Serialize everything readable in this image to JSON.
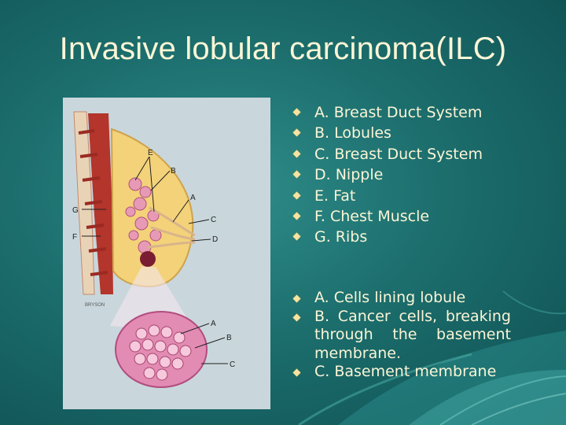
{
  "slide": {
    "title": "Invasive lobular carcinoma(ILC)"
  },
  "illustration": {
    "labels": {
      "E": "E",
      "B": "B",
      "A": "A",
      "G": "G",
      "C": "C",
      "F": "F",
      "D": "D",
      "A2": "A",
      "B2": "B",
      "C2": "C"
    },
    "credit": "BRYSON"
  },
  "anatomy_list": [
    "A. Breast Duct System",
    "B. Lobules",
    "C. Breast Duct System",
    "D. Nipple",
    "E. Fat",
    "F. Chest Muscle",
    "G. Ribs"
  ],
  "cell_list": [
    "A. Cells lining lobule",
    "B. Cancer cells, breaking through    the basement membrane.",
    "C. Basement membrane"
  ],
  "colors": {
    "background": "#1c6e6d",
    "text": "#fbf5d6",
    "bullet": "#f7e3a0",
    "illustration_bg": "#c9d7dc"
  }
}
